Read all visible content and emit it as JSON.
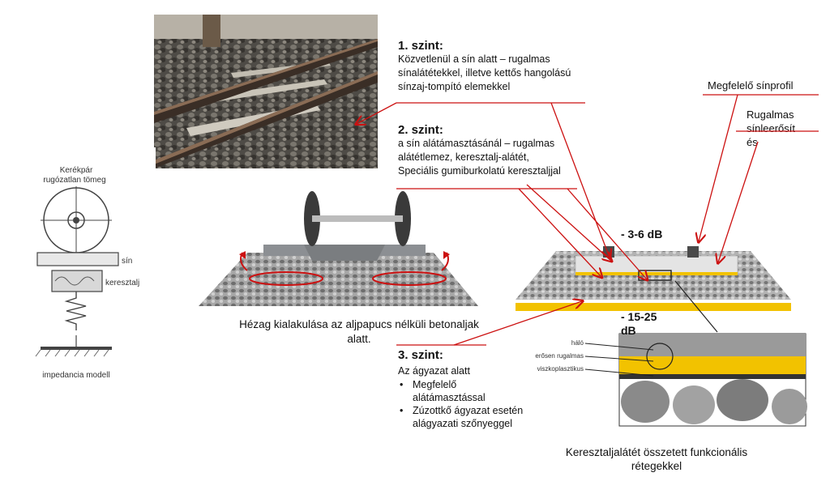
{
  "level1": {
    "title": "1. szint:",
    "lines": [
      "Közvetlenül  a sín alatt – rugalmas",
      "sínalátétekkel, illetve kettős hangolású",
      "sínzaj-tompító elemekkel"
    ]
  },
  "level2": {
    "title": "2. szint:",
    "lines": [
      "a sín alátámasztásánál – rugalmas",
      "alátétlemez,  keresztalj-alátét,",
      "Speciális gumiburkolatú  keresztaljjal"
    ]
  },
  "level3": {
    "title": "3. szint:",
    "intro": "Az ágyazat alatt",
    "bullets": [
      [
        "Megfelelő",
        "alátámasztással"
      ],
      [
        "Zúzottkő ágyazat esetén",
        "alágyazati szőnyeggel"
      ]
    ]
  },
  "right_labels": {
    "rail_profile": "Megfelelő sínprofil",
    "fastening": [
      "Rugalmas",
      "sínleerősít",
      "és"
    ]
  },
  "db_labels": {
    "top": "- 3-6 dB",
    "bottom_a": "- 15-25",
    "bottom_b": "dB"
  },
  "impedance_model": {
    "wheel_label_1": "Kerékpár",
    "wheel_label_2": "rugózatlan tömeg",
    "rail_label": "sín",
    "sleeper_label": "keresztalj",
    "model_label": "impedancia modell"
  },
  "gap_caption": [
    "Hézag kialakulása  az aljpapucs  nélküli betonaljak",
    "alatt."
  ],
  "layers_inset": {
    "labels": [
      "háló",
      "erősen rugalmas",
      "viszkoplasztikus"
    ]
  },
  "bottom_caption": [
    "Keresztaljalátét  összetett funkcionális",
    "rétegekkel"
  ],
  "colors": {
    "arrow": "#cc1111",
    "yellow_layer": "#f2c200",
    "ballast": "#8a8a8a"
  }
}
